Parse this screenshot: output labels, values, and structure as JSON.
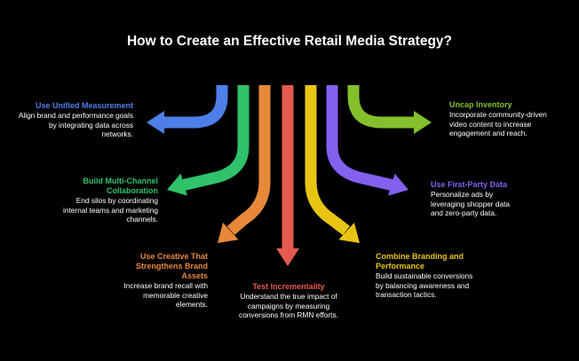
{
  "title": "How to Create an Effective Retail Media Strategy?",
  "items": [
    {
      "id": "unified",
      "heading": "Use Unified Measurement",
      "description": "Align brand and performance goals by integrating data across networks.",
      "color": "#4e7fe8"
    },
    {
      "id": "multichannel",
      "heading": "Build Multi-Channel Collaboration",
      "description": "End silos by coordinating internal teams and marketing channels.",
      "color": "#2fc26b"
    },
    {
      "id": "creative",
      "heading": "Use Creative That Strengthens Brand Assets",
      "description": "Increase brand recall with memorable creative elements.",
      "color": "#e8883a"
    },
    {
      "id": "incrementality",
      "heading": "Test Incrementality",
      "description": "Understand the true impact of campaigns by measuring conversions from RMN efforts.",
      "color": "#e55a4f"
    },
    {
      "id": "branding",
      "heading": "Combine Branding and Performance",
      "description": "Build sustainable conversions by balancing awareness and transaction tactics.",
      "color": "#e8c513"
    },
    {
      "id": "firstparty",
      "heading": "Use First-Party Data",
      "description": "Personalize ads by leveraging shopper data and zero-party data.",
      "color": "#8460ef"
    },
    {
      "id": "inventory",
      "heading": "Uncap Inventory",
      "description": "Incorporate community-driven video content to increase engagement and reach.",
      "color": "#84c02c"
    }
  ]
}
